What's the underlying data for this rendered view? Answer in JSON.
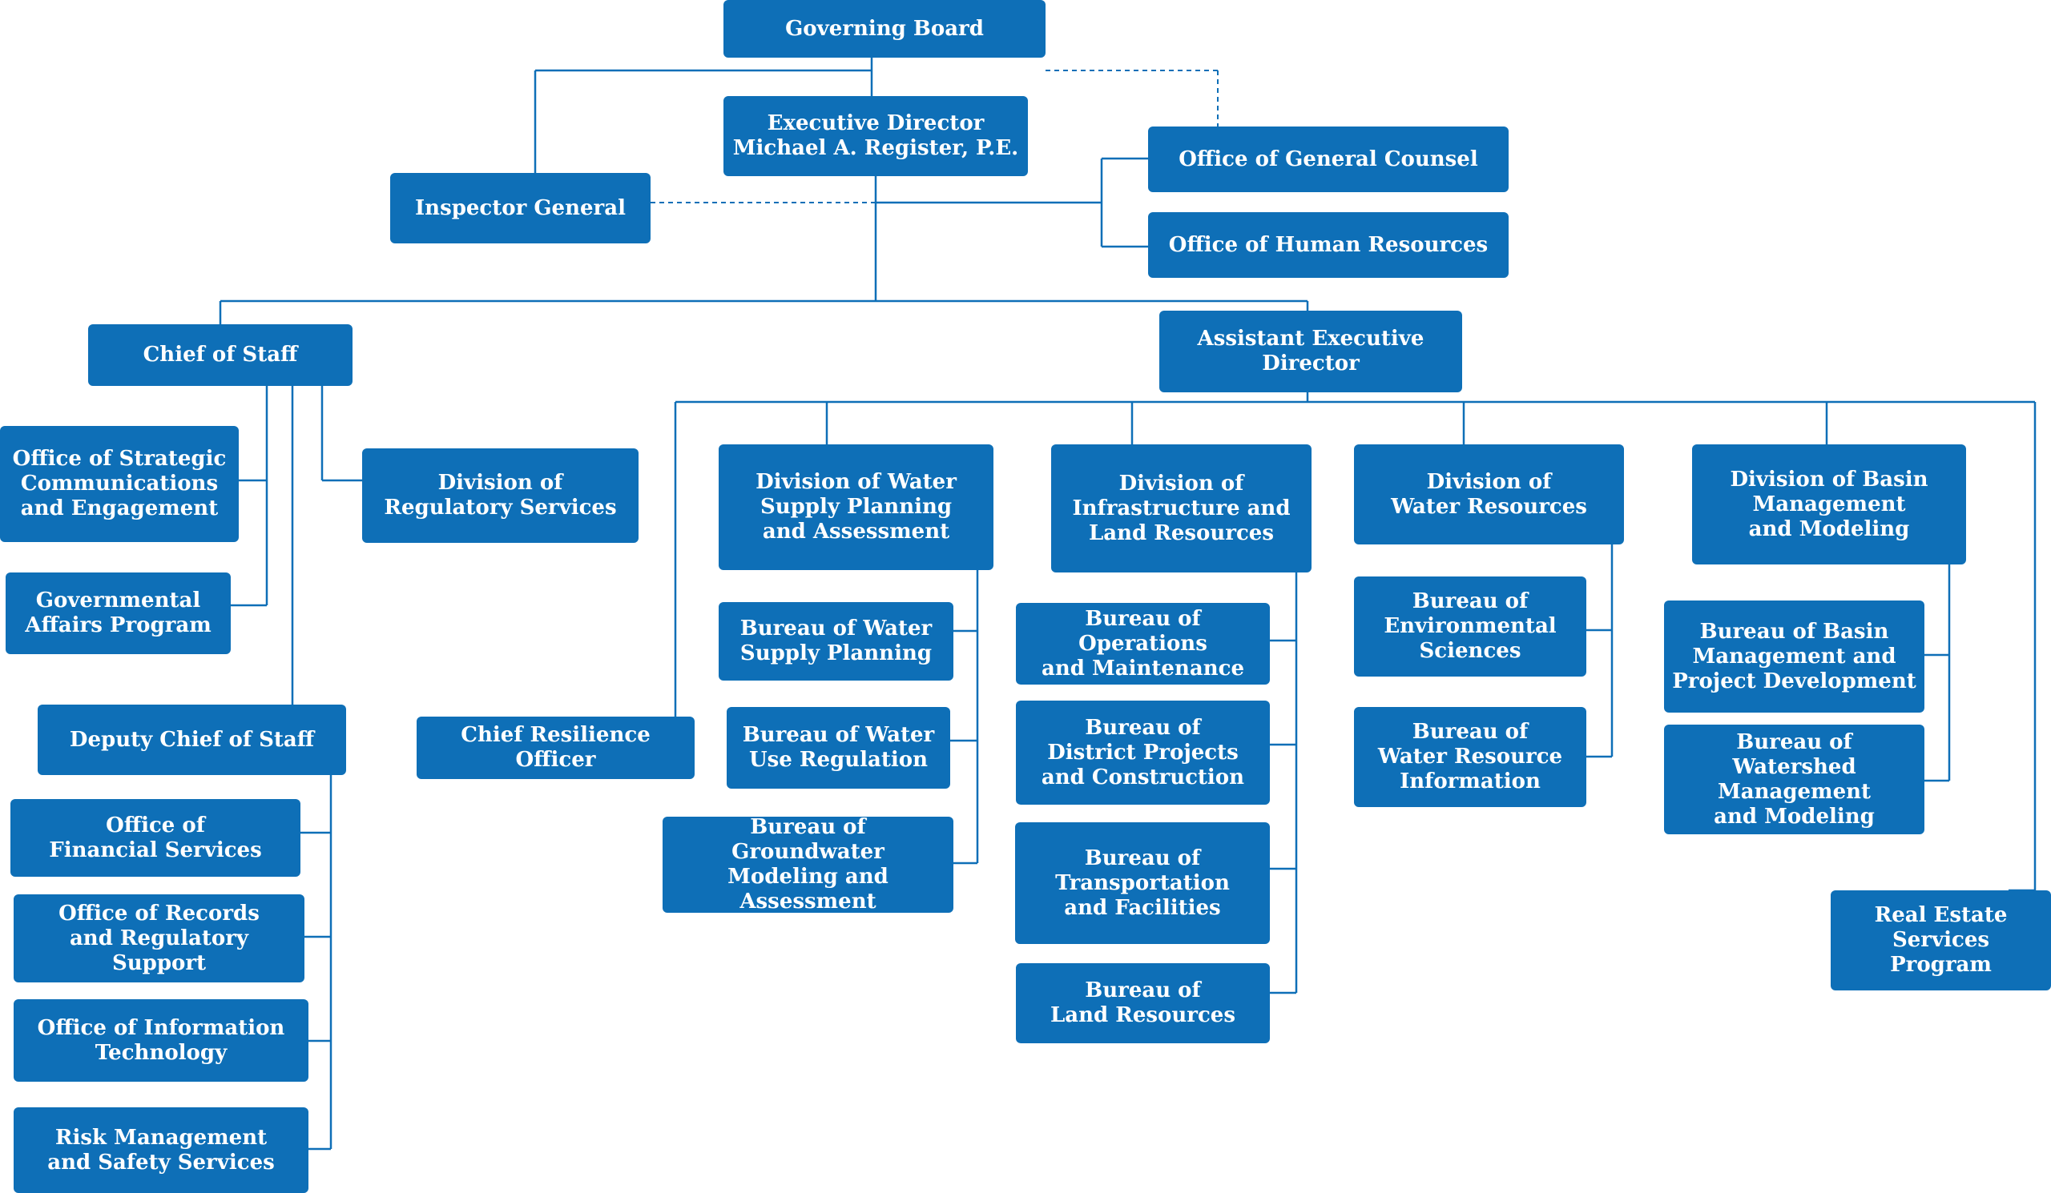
{
  "chart": {
    "colors": {
      "box": "#0e6fb7",
      "line": "#0e6fb7",
      "text": "#ffffff"
    },
    "nodes": {
      "governing_board": "Governing Board",
      "executive_director": "Executive Director\nMichael A. Register, P.E.",
      "inspector_general": "Inspector General",
      "general_counsel": "Office of General Counsel",
      "human_resources": "Office of Human Resources",
      "chief_of_staff": "Chief of Staff",
      "assistant_executive_director": "Assistant Executive\nDirector",
      "strategic_communications": "Office of Strategic\nCommunications\nand Engagement",
      "regulatory_services": "Division of\nRegulatory Services",
      "governmental_affairs": "Governmental\nAffairs Program",
      "deputy_chief_of_staff": "Deputy Chief of Staff",
      "financial_services": "Office of\nFinancial Services",
      "records_regulatory": "Office of Records\nand Regulatory Support",
      "information_technology": "Office of Information\nTechnology",
      "risk_management": "Risk Management\nand Safety Services",
      "chief_resilience_officer": "Chief Resilience Officer",
      "water_supply_division": "Division of Water\nSupply Planning\nand Assessment",
      "water_supply_bureau": "Bureau of Water\nSupply Planning",
      "water_use_bureau": "Bureau of Water\nUse Regulation",
      "groundwater_bureau": "Bureau of Groundwater\nModeling and Assessment",
      "infrastructure_division": "Division of\nInfrastructure and\nLand Resources",
      "operations_bureau": "Bureau of Operations\nand Maintenance",
      "district_projects_bureau": "Bureau of\nDistrict Projects\nand Construction",
      "transportation_bureau": "Bureau of\nTransportation\nand Facilities",
      "land_resources_bureau": "Bureau of\nLand Resources",
      "water_resources_division": "Division of\nWater Resources",
      "environmental_sciences_bureau": "Bureau of\nEnvironmental\nSciences",
      "water_resource_info_bureau": "Bureau of\nWater Resource\nInformation",
      "basin_division": "Division of Basin\nManagement\nand Modeling",
      "basin_project_bureau": "Bureau of Basin\nManagement and\nProject Development",
      "watershed_bureau": "Bureau of Watershed\nManagement\nand Modeling",
      "real_estate": "Real Estate\nServices Program"
    }
  }
}
